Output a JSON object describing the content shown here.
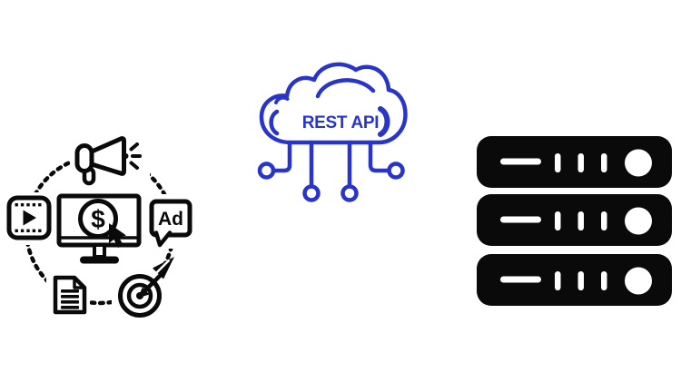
{
  "page": {
    "description": "Illustration: digital advertising icon connecting through a REST API cloud to a server stack",
    "background": "#ffffff"
  },
  "colors": {
    "api_blue": "#2835c8",
    "icon_black": "#0a0a0a",
    "page_bg": "#ffffff"
  },
  "marketing_icon": {
    "name": "digital-advertising-icon",
    "ad_bubble_text": "Ad",
    "dollar_sign": "$",
    "parts": [
      "megaphone-icon",
      "video-player-icon",
      "ad-bubble-icon",
      "monitor-dollar-cursor-icon",
      "document-icon",
      "target-arrow-icon",
      "dotted-circle"
    ]
  },
  "cloud": {
    "label": "REST API"
  },
  "servers": {
    "count": 3,
    "unit_parts": [
      "status-dash",
      "vent-bars",
      "power-circle"
    ]
  }
}
